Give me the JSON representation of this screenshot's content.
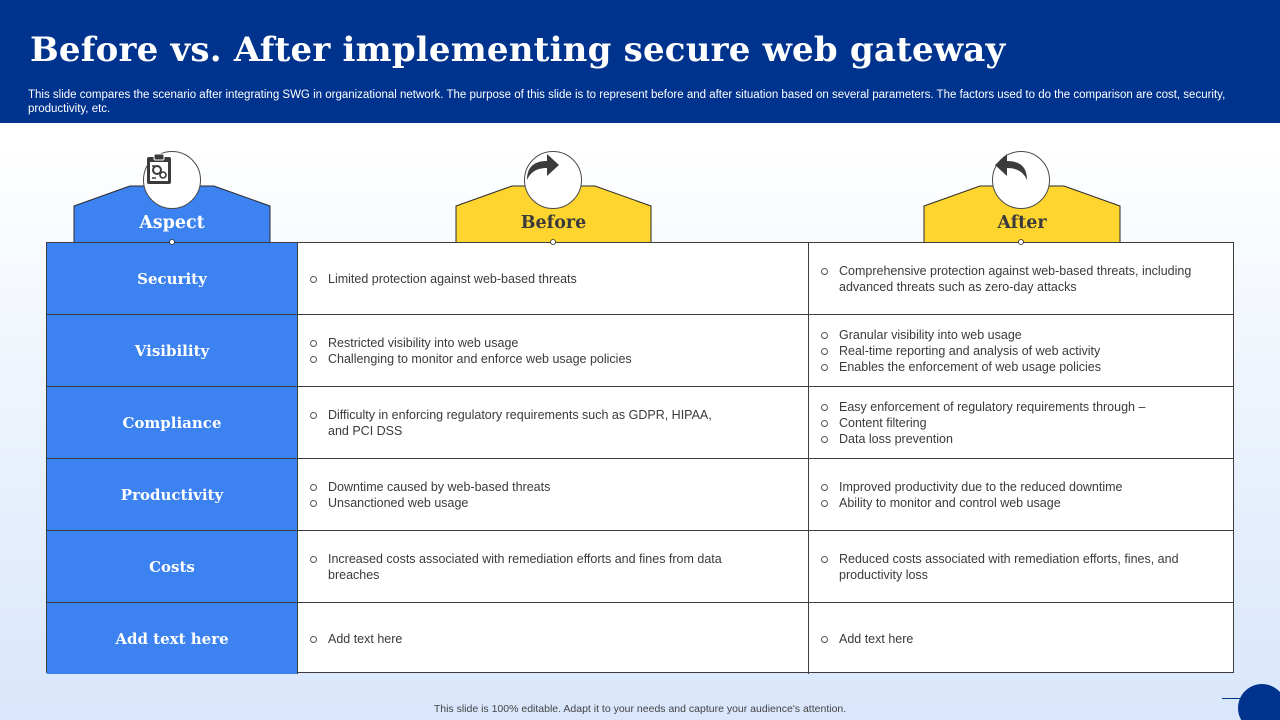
{
  "header": {
    "title": "Before vs. After implementing secure web gateway",
    "subtitle": "This slide compares the scenario after integrating SWG in organizational network. The purpose of this slide is to represent before and after situation based on several parameters. The factors used to do the comparison are cost, security, productivity, etc."
  },
  "columns": {
    "aspect": {
      "label": "Aspect",
      "icon": "clipboard-gear-icon",
      "color": "#3c82f0"
    },
    "before": {
      "label": "Before",
      "icon": "arrow-forward-icon",
      "color": "#fdd52e"
    },
    "after": {
      "label": "After",
      "icon": "arrow-back-icon",
      "color": "#fdd52e"
    }
  },
  "rows": [
    {
      "aspect": "Security",
      "before": [
        "Limited protection against web-based threats"
      ],
      "after": [
        "Comprehensive  protection against web-based threats, including advanced threats such as zero-day attacks"
      ]
    },
    {
      "aspect": "Visibility",
      "before": [
        "Restricted visibility into web usage",
        "Challenging to monitor and enforce web usage policies"
      ],
      "after": [
        "Granular visibility into web usage",
        "Real-time reporting and analysis of web activity",
        "Enables the enforcement  of web usage policies"
      ]
    },
    {
      "aspect": "Compliance",
      "before": [
        "Difficulty in enforcing regulatory requirements such as GDPR, HIPAA, and PCI DSS"
      ],
      "after": [
        "Easy enforcement of regulatory requirements through –",
        "Content filtering",
        "Data loss prevention"
      ]
    },
    {
      "aspect": "Productivity",
      "before": [
        "Downtime caused by web-based threats",
        "Unsanctioned web usage"
      ],
      "after": [
        "Improved  productivity due to the reduced downtime",
        "Ability to monitor and control web usage"
      ]
    },
    {
      "aspect": "Costs",
      "before": [
        "Increased costs associated with remediation efforts and fines from data breaches"
      ],
      "after": [
        "Reduced costs associated with remediation efforts, fines, and productivity loss"
      ]
    },
    {
      "aspect": "Add text here",
      "before": [
        "Add text here"
      ],
      "after": [
        "Add text here"
      ]
    }
  ],
  "footer": {
    "text": "This slide is 100% editable.  Adapt it to your needs and capture your audience's attention."
  },
  "colors": {
    "header_bg": "#00338d",
    "aspect_blue": "#3c82f0",
    "tab_yellow": "#fdd52e"
  }
}
